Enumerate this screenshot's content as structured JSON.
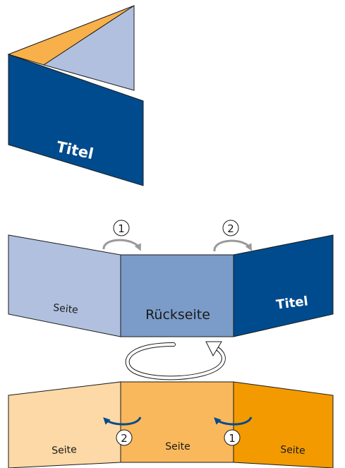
{
  "colors": {
    "dark_blue": "#004b8d",
    "mid_blue": "#7b9cc9",
    "light_blue": "#b1c0df",
    "light_orange": "#fcd9a6",
    "mid_orange": "#f9b85b",
    "orange": "#f29a00",
    "flap_orange": "#f7b04a",
    "outline": "#1a1a1a",
    "arrow_gray": "#9a9a9a"
  },
  "top_mockup": {
    "cover_label": "Titel"
  },
  "outside_spread": {
    "left_panel_label": "Seite",
    "center_panel_label": "Rückseite",
    "right_panel_label": "Titel",
    "step1_number": "1",
    "step2_number": "2"
  },
  "inside_spread": {
    "left_panel_label": "Seite",
    "center_panel_label": "Seite",
    "right_panel_label": "Seite",
    "step1_number": "1",
    "step2_number": "2"
  }
}
